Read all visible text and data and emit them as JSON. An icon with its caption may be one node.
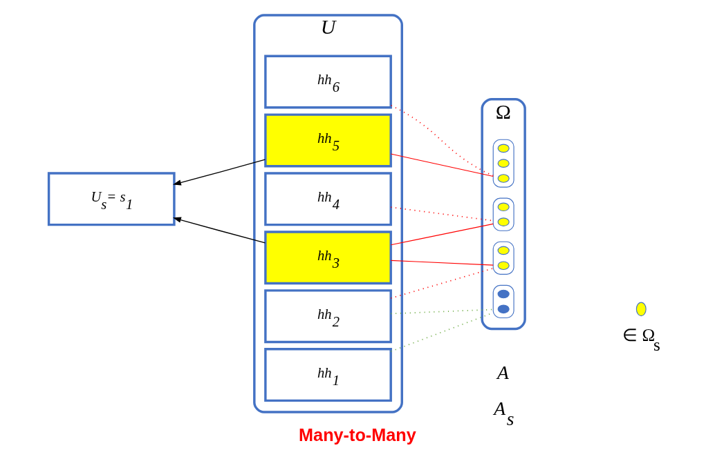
{
  "diagram": {
    "caption": "Many-to-Many",
    "nodes": [
      {
        "text": [
          "U"
        ]
      },
      {
        "text": [
          "hh$_{1}$"
        ],
        "in": 0
      },
      {
        "text": [
          "hh$_{2}$"
        ],
        "in": 0
      },
      {
        "text": [
          "hh$_{3}$"
        ],
        "in": 0
      },
      {
        "text": [
          "hh$_{4}$"
        ],
        "in": 0
      },
      {
        "text": [
          "hh$_{5}$"
        ],
        "in": 0
      },
      {
        "text": [
          "hh$_{6}$"
        ],
        "in": 0
      },
      {
        "text": [
          "Ω"
        ]
      },
      {
        "text": [],
        "shape": "ellipse",
        "in": 7
      },
      {
        "text": [],
        "shape": "circle",
        "in": 8
      },
      {
        "text": [],
        "shape": "circle",
        "in": 8
      },
      {
        "text": [],
        "shape": "ellipse",
        "in": 7
      },
      {
        "text": [],
        "shape": "circle",
        "in": 11
      },
      {
        "text": [],
        "shape": "circle",
        "in": 11
      },
      {
        "text": [],
        "shape": "ellipse",
        "in": 7
      },
      {
        "text": [],
        "shape": "circle",
        "in": 14
      },
      {
        "text": [],
        "shape": "circle",
        "in": 14
      },
      {
        "text": [],
        "shape": "ellipse",
        "in": 7
      },
      {
        "text": [],
        "shape": "circle",
        "in": 17
      },
      {
        "text": [],
        "shape": "circle",
        "in": 17
      },
      {
        "text": [],
        "shape": "circle",
        "in": 17
      },
      {
        "text": [
          "U$_{s}$= s$_{1}$"
        ]
      }
    ],
    "edges": [
      {
        "from": 1,
        "to": 8,
        "arrow": "none",
        "style": "dashed",
        "color": "#70ad47"
      },
      {
        "from": 2,
        "to": 8,
        "arrow": "none",
        "style": "dashed",
        "color": "#70ad47"
      },
      {
        "from": 2,
        "to": 11,
        "arrow": "none",
        "style": "dashed"
      },
      {
        "from": 3,
        "to": 11,
        "arrow": "none"
      },
      {
        "from": 3,
        "to": 14,
        "arrow": "none"
      },
      {
        "from": 4,
        "to": 14,
        "arrow": "none",
        "style": "dashed"
      },
      {
        "from": 5,
        "to": 17,
        "arrow": "none"
      },
      {
        "from": 6,
        "to": 17,
        "arrow": "none",
        "style": "dashed"
      },
      {
        "from": 3,
        "to": 21,
        "arrow": "to",
        "color": "#000000"
      },
      {
        "from": 5,
        "to": 21,
        "arrow": "to",
        "color": "#000000"
      }
    ],
    "labels": [
      "A",
      "A$_{s}$"
    ],
    "legend": [
      {
        "text": "∈ Ω$_{s}$"
      }
    ]
  }
}
